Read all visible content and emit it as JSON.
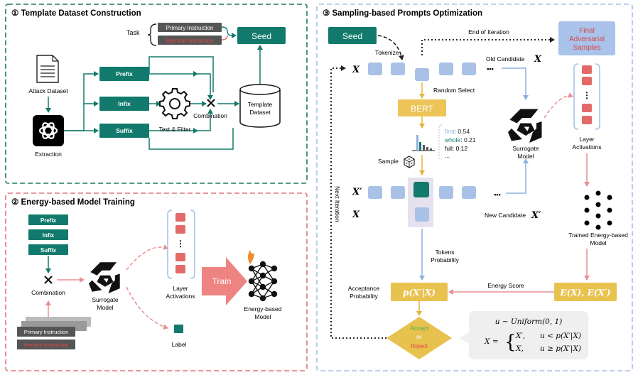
{
  "panel1": {
    "title": "① Template Dataset Construction",
    "task_label": "Task",
    "primary_instruction": "Primary Instruction",
    "harmful_instruction": "Harmful Instruction",
    "seed": "Seed",
    "attack_dataset": "Attack Dataset",
    "extraction": "Extraction",
    "prefix": "Prefix",
    "infix": "Infix",
    "suffix": "Suffix",
    "test_filter": "Test & Filter",
    "combination": "Combination",
    "template_dataset_1": "Template",
    "template_dataset_2": "Dataset"
  },
  "panel2": {
    "title": "② Energy-based Model Training",
    "prefix": "Prefix",
    "infix": "Infix",
    "suffix": "Suffix",
    "combination": "Combination",
    "primary_instruction": "Primary Instruction",
    "harmful_instruction": "Harmful Instruction",
    "surrogate_1": "Surrogate",
    "surrogate_2": "Model",
    "layer_1": "Layer",
    "layer_2": "Activations",
    "label": "Label",
    "train": "Train",
    "ebm_1": "Energy-based",
    "ebm_2": "Model",
    "dots": "⋮"
  },
  "panel3": {
    "title": "③ Sampling-based Prompts Optimization",
    "seed": "Seed",
    "tokenize": "Tokenize",
    "end_of_iteration": "End of Iteration",
    "final_1": "Final",
    "final_2": "Adversarial",
    "final_3": "Samples",
    "x": "X",
    "x_prime": "X′",
    "old_candidate": "Old Candidate",
    "new_candidate": "New Candidate",
    "random_select": "Random Select",
    "bert": "BERT",
    "sample": "Sample",
    "prob_first_word": "first",
    "prob_first_val": ": 0.54",
    "prob_whole_word": "whole",
    "prob_whole_val": ": 0.21",
    "prob_full": "full: 0.12",
    "prob_more": "...",
    "surrogate_1": "Surrogate",
    "surrogate_2": "Model",
    "layer_1": "Layer",
    "layer_2": "Activations",
    "trained_1": "Trained Energy-based",
    "trained_2": "Model",
    "next_iteration": "Next Iteration",
    "tokens_prob_1": "Tokens",
    "tokens_prob_2": "Probability",
    "acceptance_1": "Acceptance",
    "acceptance_2": "Probability",
    "p_formula": "p(X′|X)",
    "energy_score": "Energy Score",
    "energy_formula": "E(X), E(X′)",
    "accept": "Accept",
    "or": "or",
    "reject": "Reject",
    "uniform": "u ∼ Uniform(0, 1)",
    "case_x_eq": "X =",
    "case1_val": "X′,",
    "case1_cond": "u < p(X′|X)",
    "case2_val": "X,",
    "case2_cond": "u ≥ p(X′|X)",
    "dots": "•••",
    "vdots": "⋮"
  },
  "colors": {
    "teal": "#127a6c",
    "teal_border": "#1f7a5c",
    "pink_border": "#e0767a",
    "blue_border": "#a8bfe0",
    "yellow": "#e8c24f",
    "red_token": "#e46a6a",
    "blue_token": "#a9c1e6",
    "final_bg": "#a9c3ea",
    "final_text": "#d8454a"
  }
}
